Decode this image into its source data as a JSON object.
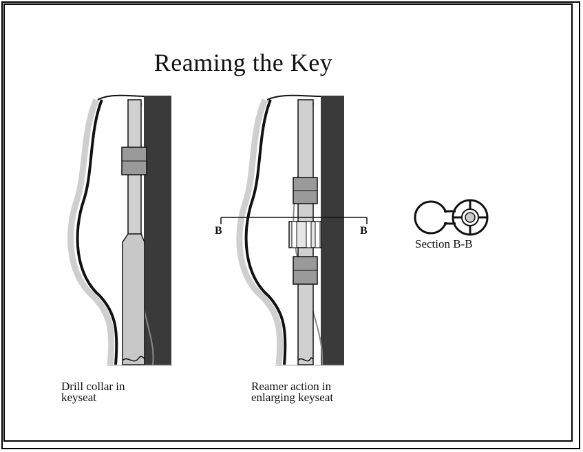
{
  "title": "Reaming the Key",
  "left_panel": {
    "caption_line1": "Drill collar in",
    "caption_line2": "keyseat"
  },
  "right_panel": {
    "caption_line1": "Reamer action in",
    "caption_line2": "enlarging keyseat",
    "section_marker_left": "B",
    "section_marker_right": "B"
  },
  "section_view": {
    "label": "Section B-B"
  },
  "colors": {
    "wall_dark": "#3a3a3a",
    "pipe_light": "#d0d0d0",
    "tool_mid": "#9a9a9a",
    "outline": "#111111"
  }
}
